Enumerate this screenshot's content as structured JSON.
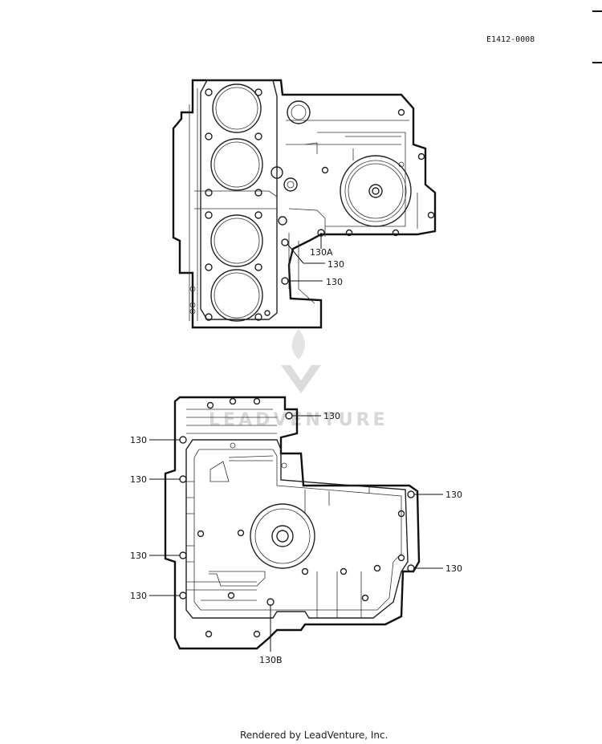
{
  "diagram_code": "E1412-0008",
  "watermark": "LEADVENTURE",
  "footer": "Rendered by LeadVenture, Inc.",
  "upper_crankcase_callouts": {
    "c1": "130A",
    "c2": "130",
    "c3": "130"
  },
  "lower_crankcase_callouts": {
    "top_right": "130",
    "left_1": "130",
    "left_2": "130",
    "left_3": "130",
    "left_4": "130",
    "right_1": "130",
    "right_2": "130",
    "bottom": "130B"
  },
  "colors": {
    "line": "#222222",
    "watermark": "#d7d7d7",
    "background": "#ffffff"
  }
}
